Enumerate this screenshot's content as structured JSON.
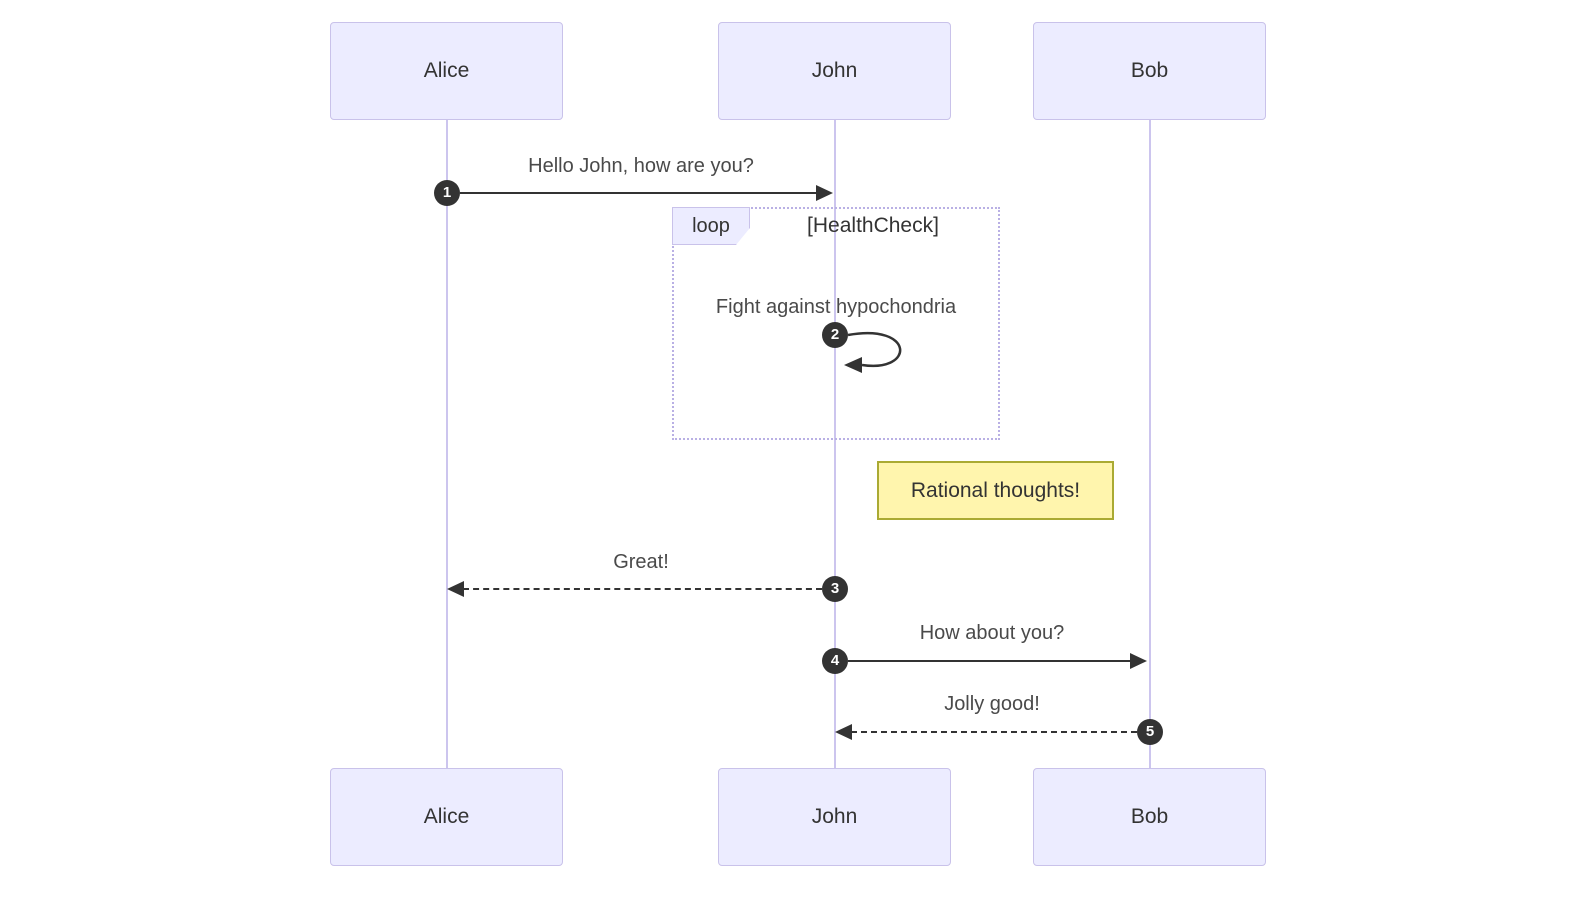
{
  "diagram": {
    "type": "sequence",
    "actors": [
      {
        "id": "alice",
        "label": "Alice"
      },
      {
        "id": "john",
        "label": "John"
      },
      {
        "id": "bob",
        "label": "Bob"
      }
    ],
    "messages": [
      {
        "seq": "1",
        "text": "Hello John, how are you?",
        "from": "Alice",
        "to": "John",
        "line": "solid"
      },
      {
        "seq": "2",
        "text": "Fight against hypochondria",
        "from": "John",
        "to": "John",
        "line": "solid-self"
      },
      {
        "seq": "3",
        "text": "Great!",
        "from": "John",
        "to": "Alice",
        "line": "dashed"
      },
      {
        "seq": "4",
        "text": "How about you?",
        "from": "John",
        "to": "Bob",
        "line": "solid"
      },
      {
        "seq": "5",
        "text": "Jolly good!",
        "from": "Bob",
        "to": "John",
        "line": "dashed"
      }
    ],
    "loop": {
      "label": "loop",
      "condition": "[HealthCheck]"
    },
    "note": {
      "text": "Rational thoughts!"
    },
    "colors": {
      "actor_fill": "#ececff",
      "actor_border": "#c9c2ea",
      "lifeline": "#ccc5ee",
      "loop_border": "#b9b0e4",
      "note_fill": "#fff5ad",
      "note_border": "#aaaa33",
      "arrow": "#333333",
      "badge_fill": "#333333",
      "badge_text": "#ffffff",
      "text": "#333333"
    }
  }
}
